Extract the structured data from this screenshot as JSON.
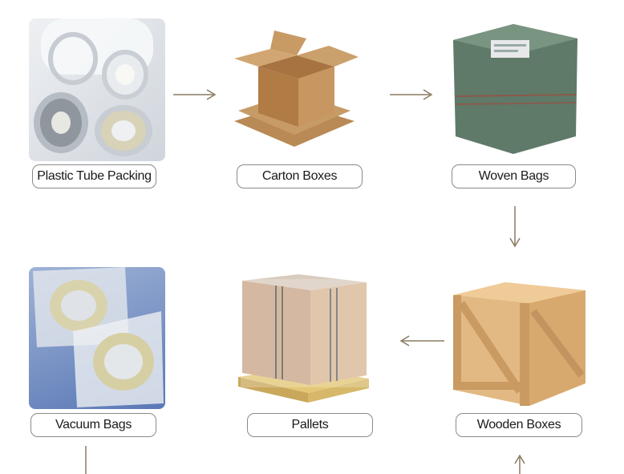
{
  "nodes": [
    {
      "id": "plastic-tube",
      "label": "Plastic Tube Packing"
    },
    {
      "id": "carton",
      "label": "Carton Boxes"
    },
    {
      "id": "woven",
      "label": "Woven Bags"
    },
    {
      "id": "wooden",
      "label": "Wooden Boxes"
    },
    {
      "id": "pallets",
      "label": "Pallets"
    },
    {
      "id": "vacuum",
      "label": "Vacuum Bags"
    }
  ],
  "edges": [
    {
      "from": "plastic-tube",
      "to": "carton"
    },
    {
      "from": "carton",
      "to": "woven"
    },
    {
      "from": "woven",
      "to": "wooden"
    },
    {
      "from": "wooden",
      "to": "pallets"
    }
  ],
  "colors": {
    "arrow": "#8a7a60",
    "label_border": "#8a8a8a"
  }
}
